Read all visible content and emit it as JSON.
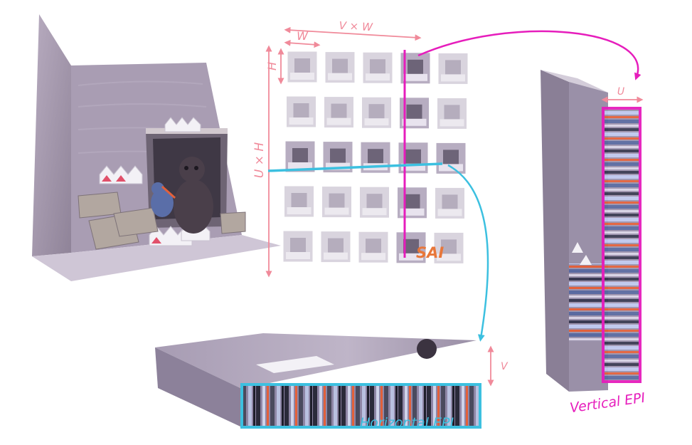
{
  "labels": {
    "v_times_w": "V × W",
    "w": "W",
    "h": "H",
    "u_times_h": "U × H",
    "sai": "SAI",
    "u": "U",
    "v": "V",
    "horizontal_epi": "Horizontal EPI",
    "vertical_epi": "Vertical EPI"
  },
  "grid": {
    "rows": 5,
    "cols": 5
  },
  "colors": {
    "dimension": "#f08a9a",
    "vertical_cut": "#e61dbc",
    "horizontal_cut": "#3cc0e0",
    "sai_text": "#e8773a",
    "scene_wall": "#a89bb0",
    "scene_floor": "#cfc6d6"
  }
}
